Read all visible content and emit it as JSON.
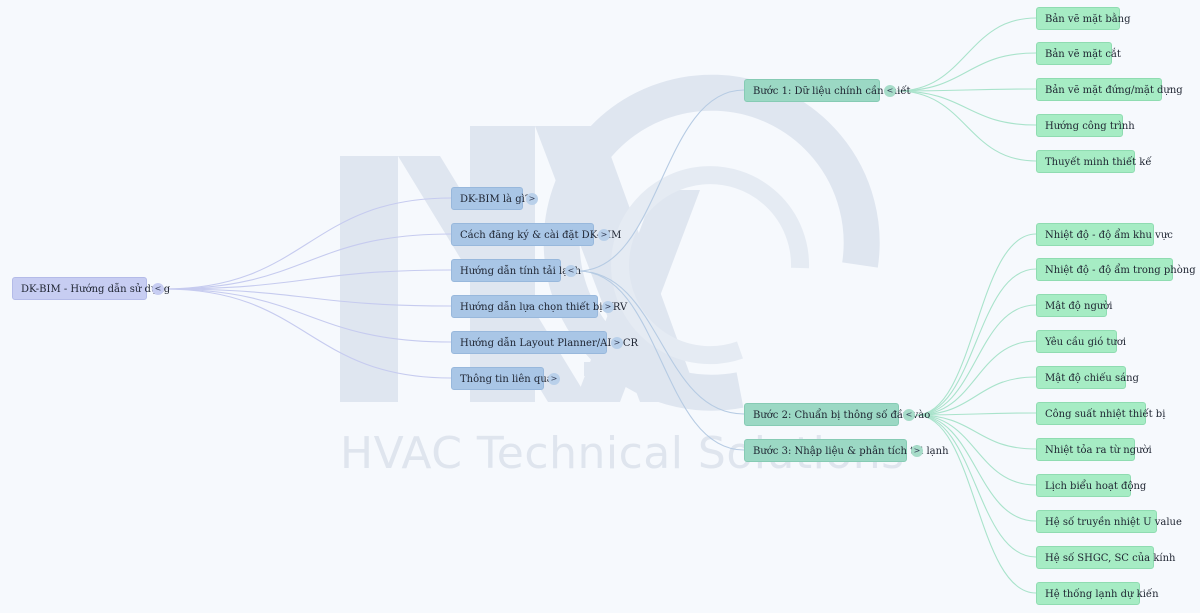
{
  "watermark": {
    "text": "HVAC Technical Solutions"
  },
  "root": {
    "label": "DK-BIM - Hướng dẫn sử dụng",
    "toggle": "<"
  },
  "level1": [
    {
      "label": "DK-BIM là gì?",
      "toggle": ">"
    },
    {
      "label": "Cách đăng ký & cài đặt DK-BIM",
      "toggle": ">"
    },
    {
      "label": "Hướng dẫn tính tải lạnh",
      "toggle": "<"
    },
    {
      "label": "Hướng dẫn lựa chọn thiết bị VRV",
      "toggle": ">"
    },
    {
      "label": "Hướng dẫn Layout Planner/AI-OCR",
      "toggle": ">"
    },
    {
      "label": "Thông tin liên quan",
      "toggle": ">"
    }
  ],
  "level2": [
    {
      "label": "Bước 1: Dữ liệu chính cần thiết",
      "toggle": "<"
    },
    {
      "label": "Bước 2: Chuẩn bị thông số đầu vào",
      "toggle": "<"
    },
    {
      "label": "Bước 3: Nhập liệu & phân tích tải lạnh",
      "toggle": ">"
    }
  ],
  "step1_items": [
    "Bản vẽ mặt bằng",
    "Bản vẽ mặt cắt",
    "Bản vẽ mặt đứng/mặt dựng",
    "Hướng công trình",
    "Thuyết minh thiết kế"
  ],
  "step2_items": [
    "Nhiệt độ - độ ẩm khu vực",
    "Nhiệt độ - độ ẩm trong phòng",
    "Mật độ người",
    "Yêu cầu gió tươi",
    "Mật độ chiếu sáng",
    "Công suất nhiệt thiết bị",
    "Nhiệt tỏa ra từ người",
    "Lịch biểu hoạt động",
    "Hệ số truyền nhiệt U value",
    "Hệ số SHGC, SC của kính",
    "Hệ thống lạnh dự kiến"
  ],
  "colors": {
    "root_link": "#c6cbef",
    "level1_link": "#b6cbe3",
    "leaf_link": "#a9e3cb",
    "watermark": "#dfe5ee"
  }
}
